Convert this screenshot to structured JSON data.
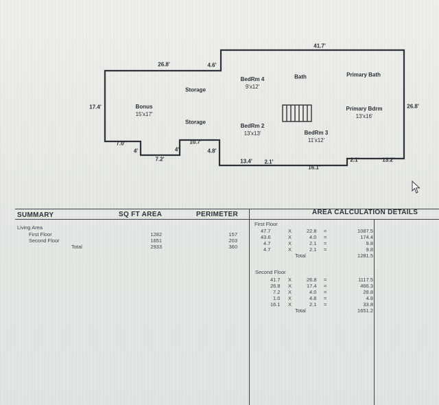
{
  "sketch": {
    "dimensions": {
      "top_right": "41.7'",
      "top_left": "26.8'",
      "top_step": "4.6'",
      "left": "17.4'",
      "right": "26.8'",
      "bl_step": "7.0'",
      "bl_small": "4'",
      "bl_bottom": "7.2'",
      "bl_small2": "4'",
      "notch_top": "10.7'",
      "notch_side": "4.8'",
      "bottom_a": "13.4'",
      "bottom_b": "2.1'",
      "bottom_c": "16.1'",
      "bottom_d": "2.1'",
      "bottom_e": "13.2'"
    },
    "rooms": {
      "bonus": {
        "name": "Bonus",
        "size": "15'x17'"
      },
      "storage1": {
        "name": "Storage"
      },
      "storage2": {
        "name": "Storage"
      },
      "bedrm4": {
        "name": "BedRm 4",
        "size": "9'x12'"
      },
      "bath": {
        "name": "Bath"
      },
      "primary_bath": {
        "name": "Primary Bath"
      },
      "primary_bdrm": {
        "name": "Primary Bdrm",
        "size": "13'x16'"
      },
      "bedrm2": {
        "name": "BedRm 2",
        "size": "13'x13'"
      },
      "bedrm3": {
        "name": "BedRm 3",
        "size": "11'x12'"
      }
    }
  },
  "summary": {
    "headers": {
      "summary": "SUMMARY",
      "sqft": "SQ FT AREA",
      "perimeter": "PERIMETER",
      "details": "AREA CALCULATION DETAILS"
    },
    "rows": [
      {
        "label": "Living Area",
        "sqft": "",
        "perimeter": ""
      },
      {
        "label": "First Floor",
        "sqft": "1282",
        "perimeter": "157"
      },
      {
        "label": "Second Floor",
        "sqft": "1651",
        "perimeter": "203"
      },
      {
        "label": "Total",
        "sqft": "2933",
        "perimeter": "360"
      }
    ]
  },
  "calculations": {
    "first_floor": {
      "title": "First Floor",
      "rows": [
        {
          "a": "47.7",
          "op": "X",
          "b": "22.8",
          "eq": "=",
          "r": "1087.5"
        },
        {
          "a": "43.6",
          "op": "X",
          "b": "4.0",
          "eq": "=",
          "r": "174.4"
        },
        {
          "a": "4.7",
          "op": "X",
          "b": "2.1",
          "eq": "=",
          "r": "9.8"
        },
        {
          "a": "4.7",
          "op": "X",
          "b": "2.1",
          "eq": "=",
          "r": "9.8"
        }
      ],
      "total_label": "Total",
      "total": "1281.5"
    },
    "second_floor": {
      "title": "Second Floor",
      "rows": [
        {
          "a": "41.7",
          "op": "X",
          "b": "26.8",
          "eq": "=",
          "r": "1117.5"
        },
        {
          "a": "26.8",
          "op": "X",
          "b": "17.4",
          "eq": "=",
          "r": "466.3"
        },
        {
          "a": "7.2",
          "op": "X",
          "b": "4.0",
          "eq": "=",
          "r": "28.8"
        },
        {
          "a": "1.0",
          "op": "X",
          "b": "4.8",
          "eq": "=",
          "r": "4.8"
        },
        {
          "a": "16.1",
          "op": "X",
          "b": "2.1",
          "eq": "=",
          "r": "33.8"
        }
      ],
      "total_label": "Total",
      "total": "1651.2"
    }
  }
}
